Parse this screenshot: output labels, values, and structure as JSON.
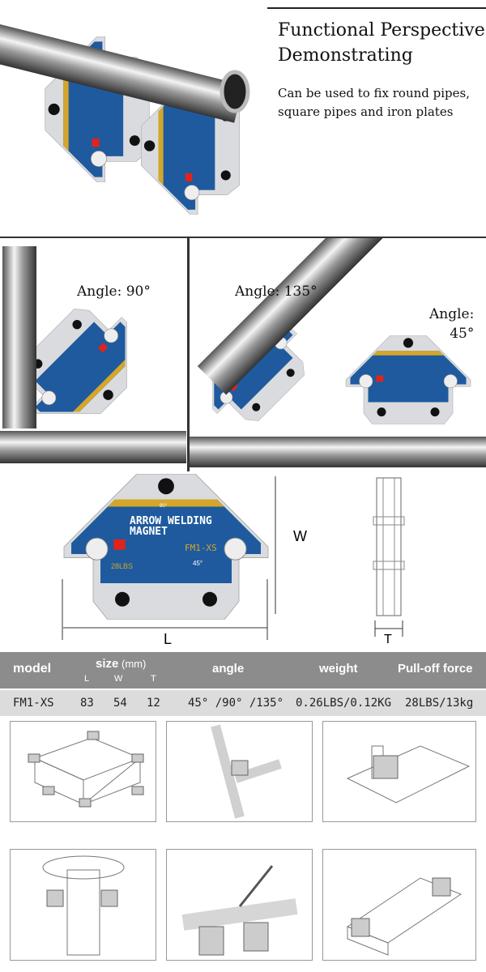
{
  "header": {
    "title_line1": "Functional Perspective",
    "title_line2": "Demonstrating",
    "subtitle_line1": "Can be used to fix round pipes,",
    "subtitle_line2": "square pipes and iron plates"
  },
  "angles": {
    "angle90": "Angle: 90°",
    "angle135": "Angle: 135°",
    "angle45_line1": "Angle:",
    "angle45_line2": "45°"
  },
  "magnet": {
    "brand_line1": "ARROW WELDING",
    "brand_line2": "MAGNET",
    "model": "FM1-XS",
    "force": "28LBS",
    "top_angle": "90°",
    "side_angle": "45°"
  },
  "dimensions": {
    "width_label": "W",
    "length_label": "L",
    "thickness_label": "T"
  },
  "colors": {
    "magnet_blue": "#1f5a9e",
    "magnet_yellow": "#d4a62a",
    "steel": "#d9dbde",
    "table_header": "#8c8c8c",
    "table_row": "#dcdcdc"
  },
  "spec_table": {
    "headers": {
      "model": "model",
      "size": "size",
      "size_unit": "(mm)",
      "L": "L",
      "W": "W",
      "T": "T",
      "angle": "angle",
      "weight": "weight",
      "force": "Pull-off force"
    },
    "row": {
      "model": "FM1-XS",
      "L": "83",
      "W": "54",
      "T": "12",
      "angle": "45° /90° /135°",
      "weight": "0.26LBS/0.12KG",
      "force": "28LBS/13kg"
    }
  }
}
